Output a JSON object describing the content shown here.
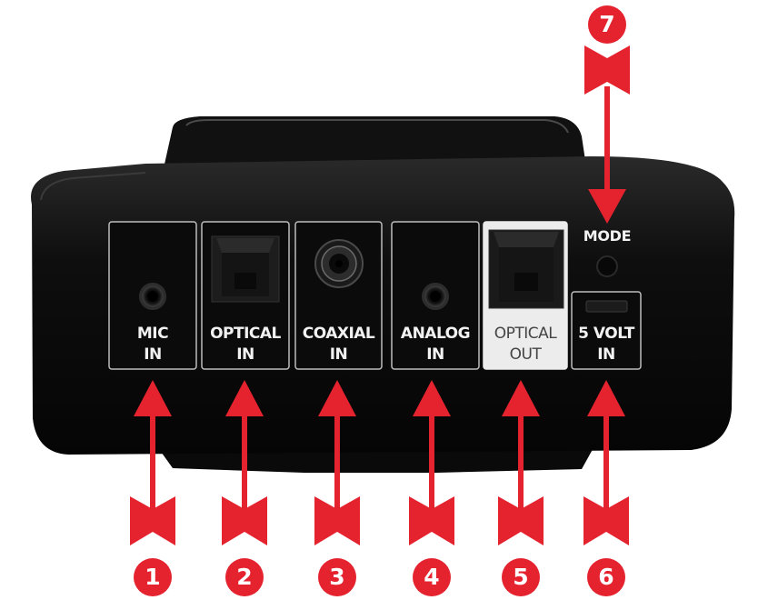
{
  "ports": [
    {
      "number": "1",
      "line1": "MIC",
      "line2": "IN"
    },
    {
      "number": "2",
      "line1": "OPTICAL",
      "line2": "IN"
    },
    {
      "number": "3",
      "line1": "COAXIAL",
      "line2": "IN"
    },
    {
      "number": "4",
      "line1": "ANALOG",
      "line2": "IN"
    },
    {
      "number": "5",
      "line1": "OPTICAL",
      "line2": "OUT"
    },
    {
      "number": "6",
      "line1": "5 VOLT",
      "line2": "IN"
    }
  ],
  "mode": {
    "number": "7",
    "label": "MODE"
  },
  "colors": {
    "accent": "#e4232f",
    "body": "#0d0d0d",
    "outline": "#bdbdbd",
    "highlight_panel": "#ececec"
  }
}
